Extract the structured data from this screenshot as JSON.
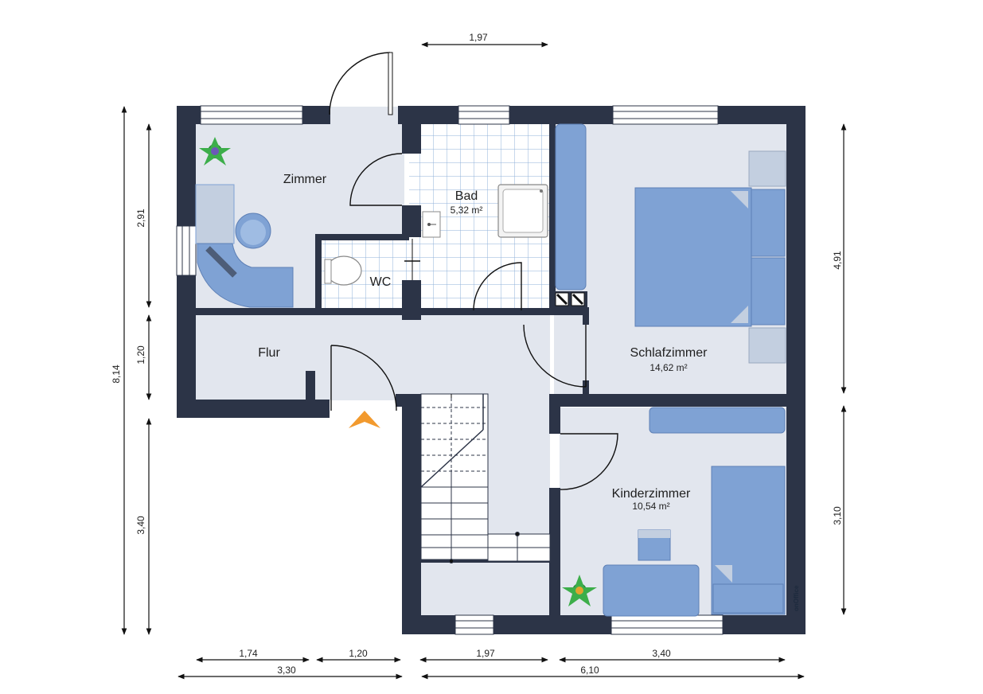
{
  "colors": {
    "wall": "#2c3447",
    "floor": "#e2e6ee",
    "furniture": "#7fa2d4",
    "furniture_light": "#c3cfe0",
    "tile_line": "#8fb1d9",
    "entrance_arrow": "#f29a2e",
    "window_fill": "#ffffff"
  },
  "rooms": {
    "zimmer": {
      "name": "Zimmer"
    },
    "bad": {
      "name": "Bad",
      "area": "5,32 m²"
    },
    "wc": {
      "name": "WC"
    },
    "flur": {
      "name": "Flur"
    },
    "schlafzimmer": {
      "name": "Schlafzimmer",
      "area": "14,62 m²"
    },
    "kinderzimmer": {
      "name": "Kinderzimmer",
      "area": "10,54 m²"
    }
  },
  "dimensions": {
    "top": "1,97",
    "left_total": "8,14",
    "left_1": "2,91",
    "left_2": "1,20",
    "left_3": "3,40",
    "right_1": "4,91",
    "right_2": "3,10",
    "bottom_1": "1,74",
    "bottom_2": "1,20",
    "bottom_3": "1,97",
    "bottom_4": "3,40",
    "bottom_total_left": "3,30",
    "bottom_total_right": "6,10"
  },
  "logo": {
    "text": "onOffice"
  }
}
